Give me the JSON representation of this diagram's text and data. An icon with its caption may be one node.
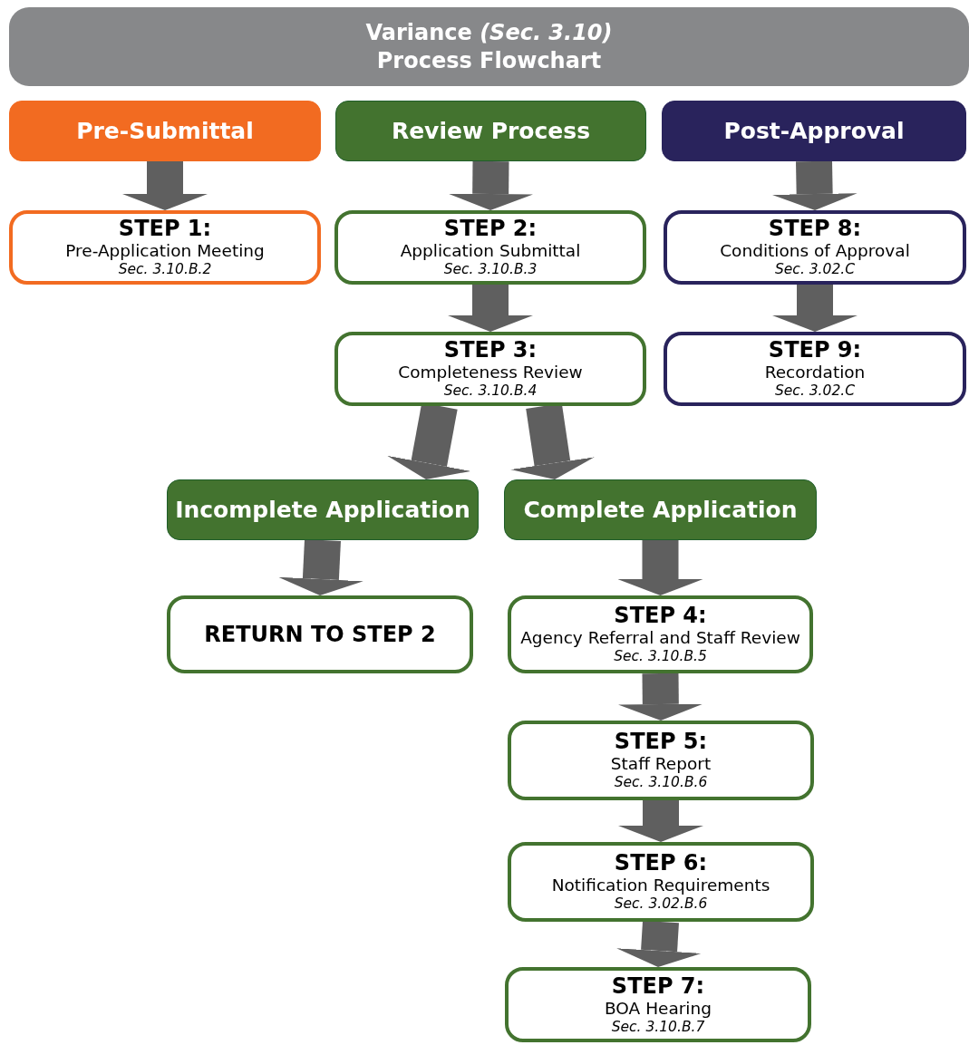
{
  "diagram": {
    "title": "Variance *(Sec. 3.10)* Process Flowchart",
    "nodes": [
      {
        "text": [
          "Pre-Submittal"
        ]
      },
      {
        "text": [
          "Review Process"
        ]
      },
      {
        "text": [
          "Post-Approval"
        ]
      },
      {
        "text": [
          "STEP 1:",
          "Pre-Application Meeting",
          "Sec. 3.10.B.2"
        ]
      },
      {
        "text": [
          "STEP 2:",
          "Application Submittal",
          "Sec. 3.10.B.3"
        ]
      },
      {
        "text": [
          "STEP 8:",
          "Conditions of Approval",
          "Sec. 3.02.C"
        ]
      },
      {
        "text": [
          "STEP 3:",
          "Completeness Review",
          "Sec. 3.10.B.4"
        ]
      },
      {
        "text": [
          "STEP 9:",
          "Recordation",
          "Sec. 3.02.C"
        ]
      },
      {
        "text": [
          "Incomplete Application"
        ]
      },
      {
        "text": [
          "Complete Application"
        ]
      },
      {
        "text": [
          "RETURN TO STEP 2"
        ]
      },
      {
        "text": [
          "STEP 4:",
          "Agency Referral and Staff Review",
          "Sec. 3.10.B.5"
        ]
      },
      {
        "text": [
          "STEP 5:",
          "Staff Report",
          "Sec. 3.10.B.6"
        ]
      },
      {
        "text": [
          "STEP 6:",
          "Notification Requirements",
          "Sec. 3.02.B.6"
        ]
      },
      {
        "text": [
          "STEP 7:",
          "BOA Hearing",
          "Sec. 3.10.B.7"
        ]
      }
    ],
    "edges": [
      {
        "from": 0,
        "to": 3,
        "arrow": "to"
      },
      {
        "from": 1,
        "to": 4,
        "arrow": "to"
      },
      {
        "from": 2,
        "to": 5,
        "arrow": "to"
      },
      {
        "from": 4,
        "to": 6,
        "arrow": "to"
      },
      {
        "from": 5,
        "to": 7,
        "arrow": "to"
      },
      {
        "from": 6,
        "to": 8,
        "arrow": "to"
      },
      {
        "from": 6,
        "to": 9,
        "arrow": "to"
      },
      {
        "from": 8,
        "to": 10,
        "arrow": "to"
      },
      {
        "from": 9,
        "to": 11,
        "arrow": "to"
      },
      {
        "from": 11,
        "to": 12,
        "arrow": "to"
      },
      {
        "from": 12,
        "to": 13,
        "arrow": "to"
      },
      {
        "from": 13,
        "to": 14,
        "arrow": "to"
      }
    ]
  }
}
